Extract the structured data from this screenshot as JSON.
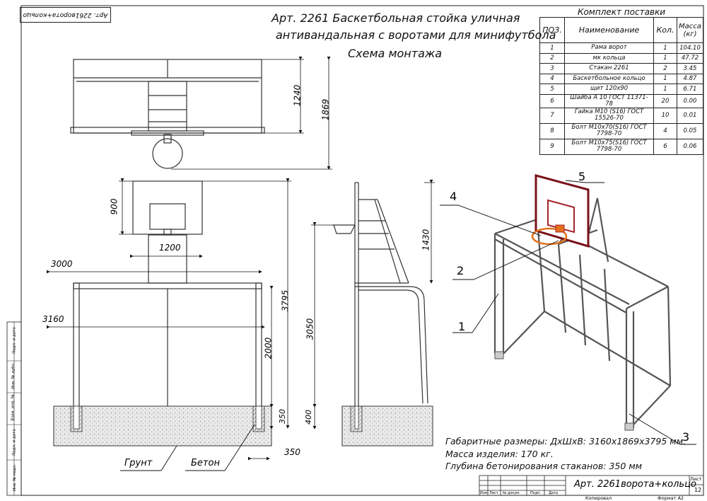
{
  "stamp": "Арт. 2261ворота+кольцо",
  "title": {
    "line1": "Арт. 2261 Баскетбольная стойка уличная",
    "line2": "антивандальная с воротами для минифутбола",
    "line3": "Схема монтажа"
  },
  "spec": {
    "caption": "Комплект поставки",
    "headers": [
      "ПОЗ.",
      "Наименование",
      "Кол.",
      "Масса (кг)"
    ],
    "rows": [
      [
        "1",
        "Рама ворот",
        "1",
        "104.10"
      ],
      [
        "2",
        "мк кольца",
        "1",
        "47.72"
      ],
      [
        "3",
        "Стакан 2261",
        "2",
        "3.45"
      ],
      [
        "4",
        "Баскетбольное кольцо",
        "1",
        "4.87"
      ],
      [
        "5",
        "щит 120х90",
        "1",
        "6.71"
      ],
      [
        "6",
        "Шайба А 10 ГОСТ 11371-78",
        "20",
        "0.00"
      ],
      [
        "7",
        "Гайка M10 (S16) ГОСТ 15526-70",
        "10",
        "0.01"
      ],
      [
        "8",
        "Болт M10x70(S16) ГОСТ 7798-70",
        "4",
        "0.05"
      ],
      [
        "9",
        "Болт M10x75(S16) ГОСТ 7798-70",
        "6",
        "0.06"
      ]
    ]
  },
  "dims": {
    "d1240": "1240",
    "d1869": "1869",
    "d900": "900",
    "d1200": "1200",
    "d3000": "3000",
    "d3160": "3160",
    "d3795": "3795",
    "d2000": "2000",
    "d350a": "350",
    "d350b": "350",
    "d3050": "3050",
    "d400": "400",
    "d1430": "1430"
  },
  "labels": {
    "ground": "Грунт",
    "concrete": "Бетон",
    "p1": "1",
    "p2": "2",
    "p3": "3",
    "p4": "4",
    "p5": "5"
  },
  "notes": {
    "size": "Габаритные размеры: ДхШхВ: 3160х1869х3795 мм.",
    "mass": "Масса изделия: 170 кг.",
    "depth": "Глубина бетонирования стаканов: 350 мм"
  },
  "titleblock": {
    "name": "Арт. 2261ворота+кольцо",
    "sheet_label": "Лист",
    "sheet_no": "12",
    "cols": [
      "Изм",
      "Лист",
      "№ докум.",
      "Подп.",
      "Дата"
    ],
    "copied": "Копировал",
    "format": "Формат А2"
  },
  "sidebar": [
    "Подп. и дата",
    "Инв. № дубл.",
    "Взам. инв. №",
    "Подп. и дата",
    "Инв. № подл."
  ]
}
